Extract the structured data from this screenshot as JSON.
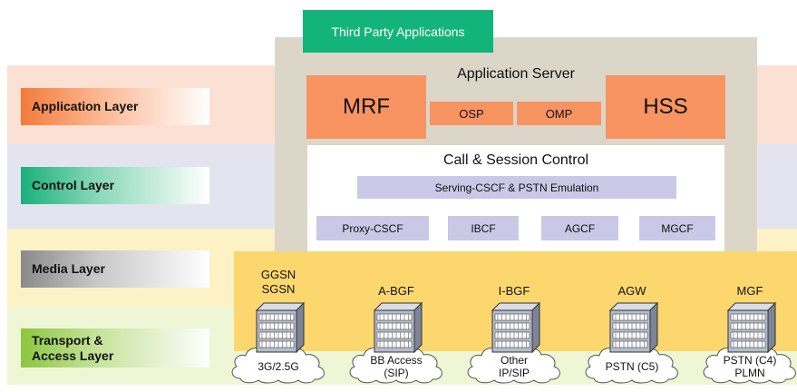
{
  "layers": {
    "application": "Application Layer",
    "control": "Control Layer",
    "media": "Media Layer",
    "transport_line1": "Transport &",
    "transport_line2": "Access Layer"
  },
  "third_party": "Third Party Applications",
  "app_server": {
    "title": "Application Server",
    "mrf": "MRF",
    "hss": "HSS",
    "osp": "OSP",
    "omp": "OMP"
  },
  "control": {
    "title": "Call & Session Control",
    "serving": "Serving-CSCF & PSTN Emulation",
    "proxy": "Proxy-CSCF",
    "ibcf": "IBCF",
    "agcf": "AGCF",
    "mgcf": "MGCF"
  },
  "devices": [
    {
      "line1": "GGSN",
      "line2": "SGSN",
      "cloud1": "3G/2.5G",
      "cloud2": ""
    },
    {
      "line1": "A-BGF",
      "line2": "",
      "cloud1": "BB Access",
      "cloud2": "(SIP)"
    },
    {
      "line1": "I-BGF",
      "line2": "",
      "cloud1": "Other",
      "cloud2": "IP/SIP"
    },
    {
      "line1": "AGW",
      "line2": "",
      "cloud1": "PSTN (C5)",
      "cloud2": ""
    },
    {
      "line1": "MGF",
      "line2": "",
      "cloud1": "PSTN (C4)",
      "cloud2": "PLMN"
    }
  ],
  "colors": {
    "app_band": "#fbe1d4",
    "control_band": "#e4e4f1",
    "media_band": "#fcf2c6",
    "transport_band": "#eef6d6",
    "core": "#dbd6c8",
    "orange": "#f79462",
    "lavender": "#c9c8e6",
    "media_strip": "#fbd76e",
    "third_party": "#13b47c"
  }
}
